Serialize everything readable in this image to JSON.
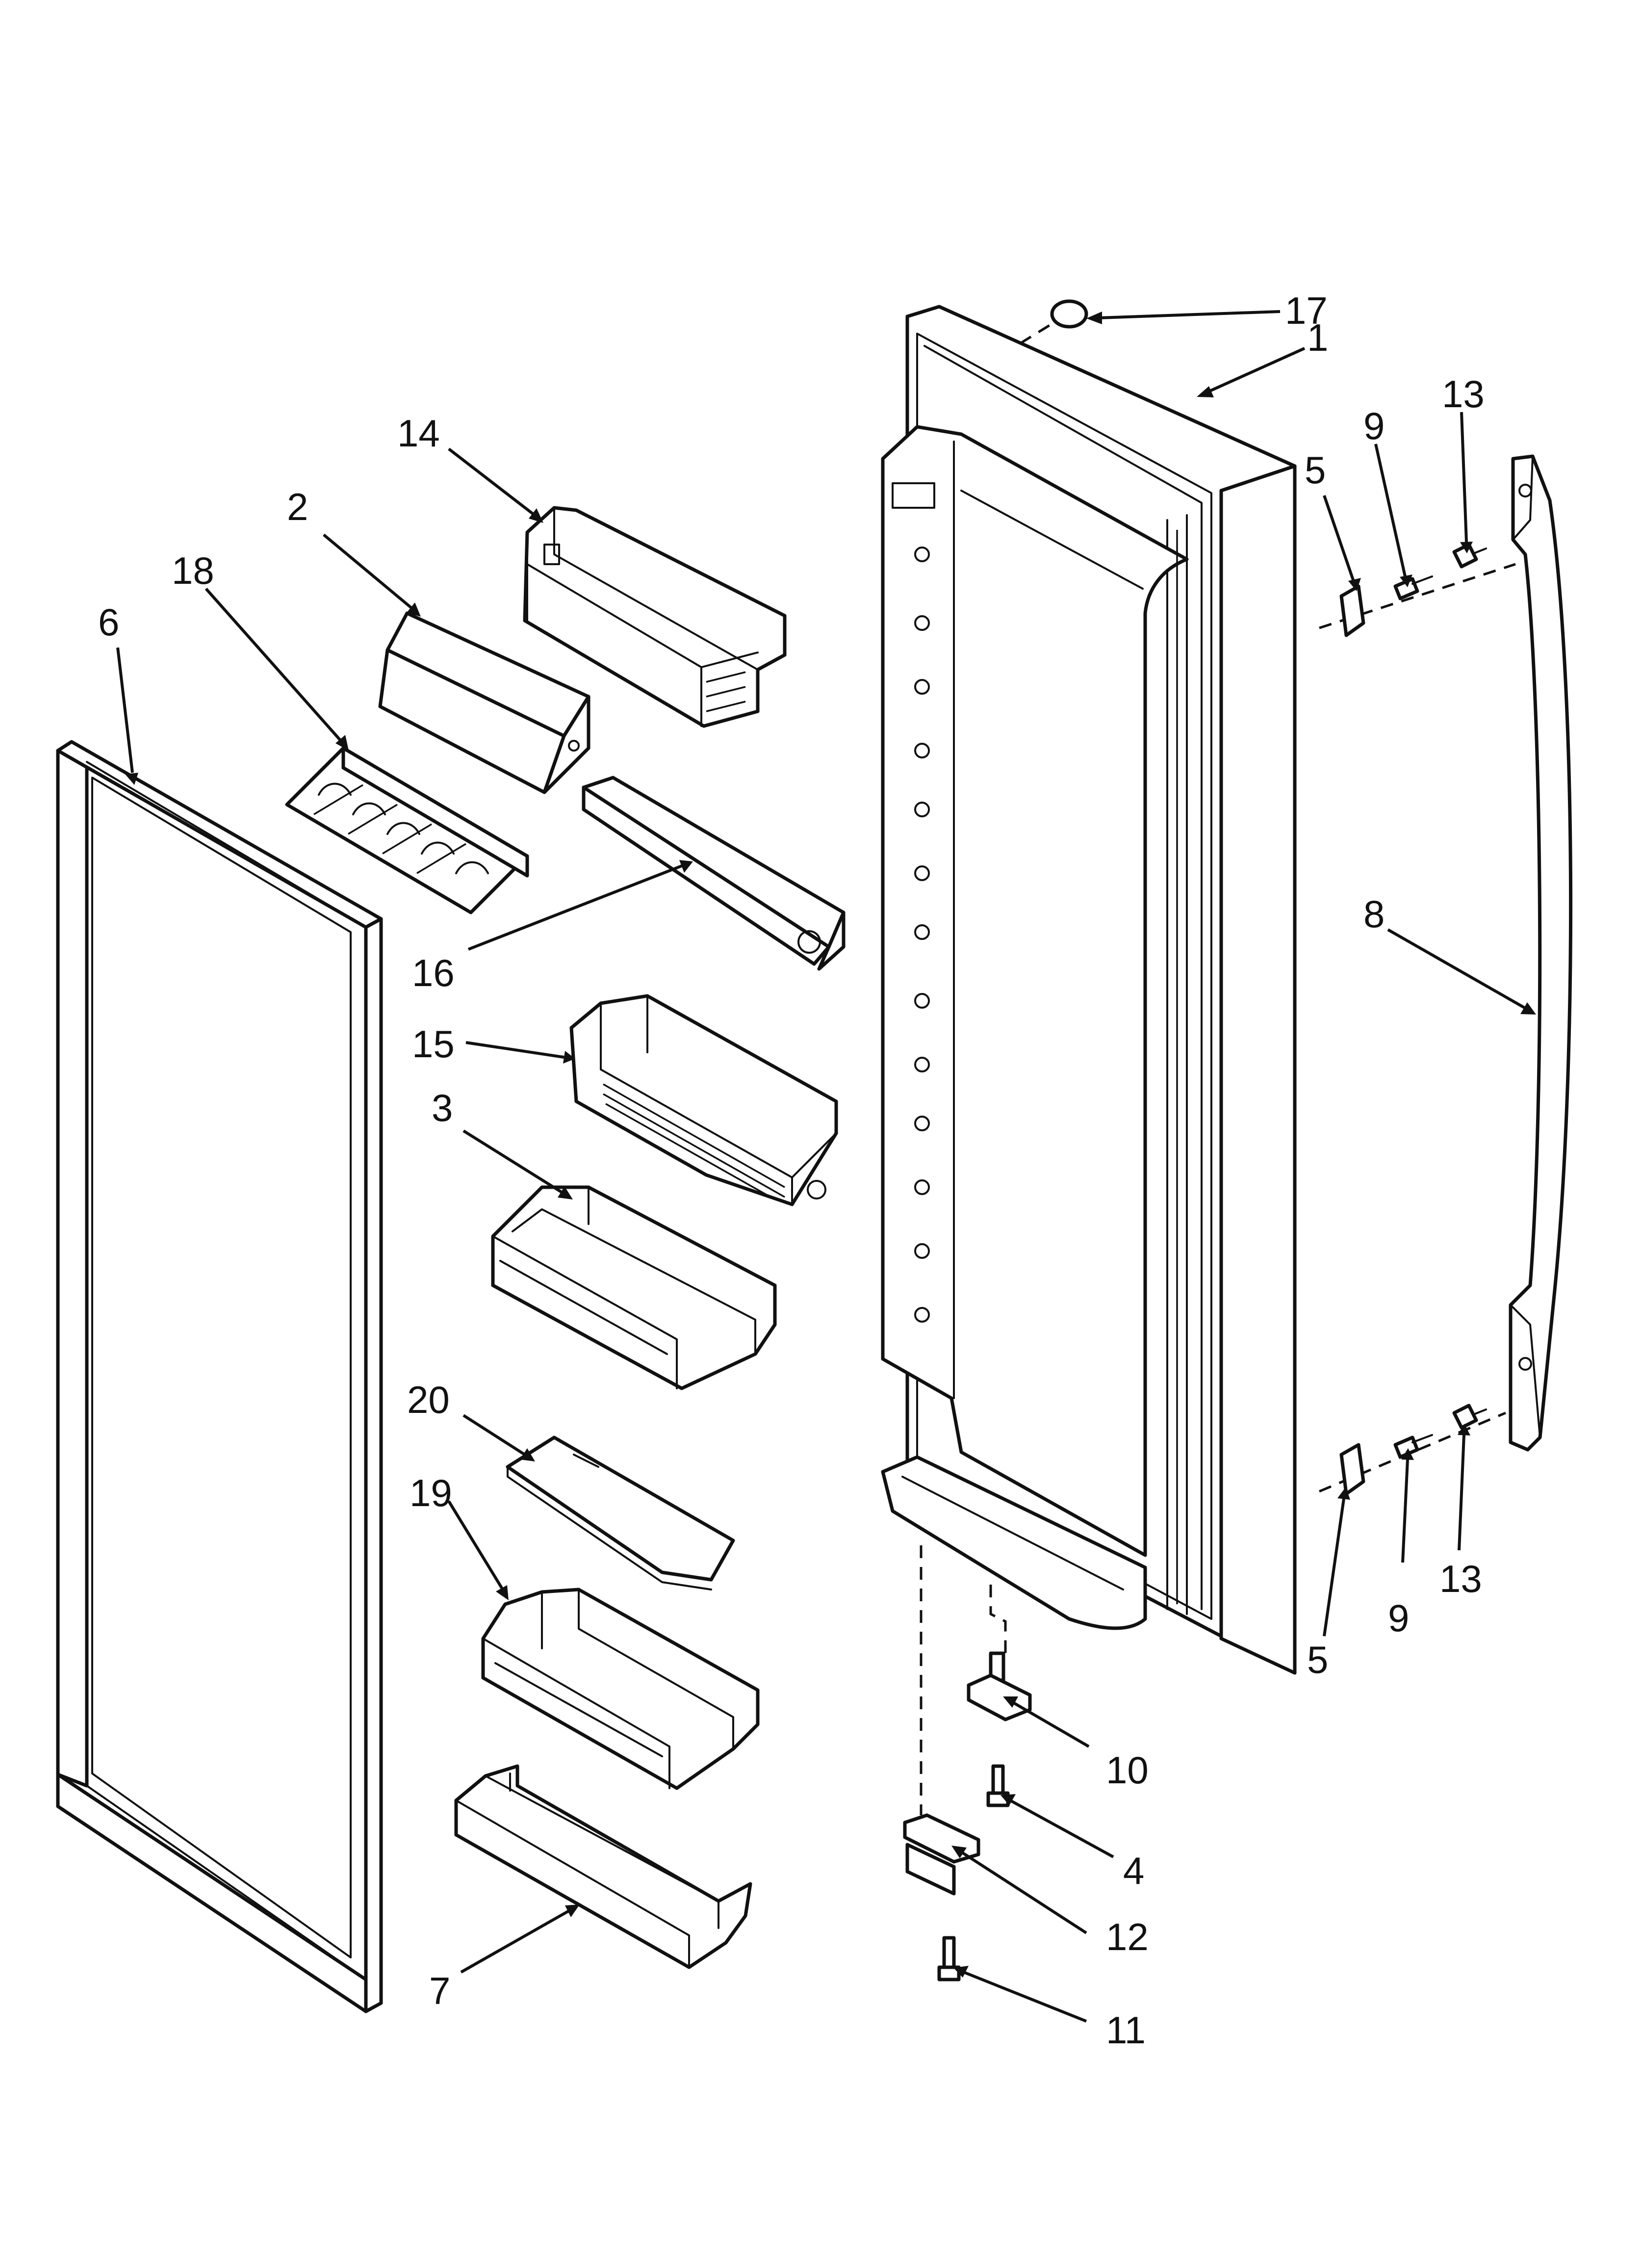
{
  "diagram": {
    "parts": [
      {
        "key": "door",
        "number": "1"
      },
      {
        "key": "bin_top_cover",
        "number": "2"
      },
      {
        "key": "door_bin_mid",
        "number": "3"
      },
      {
        "key": "hinge_screw",
        "number": "4"
      },
      {
        "key": "handle_clip_top",
        "number": "5"
      },
      {
        "key": "handle_clip_bottom",
        "number": "5"
      },
      {
        "key": "door_gasket",
        "number": "6"
      },
      {
        "key": "door_shelf_bottom",
        "number": "7"
      },
      {
        "key": "door_handle",
        "number": "8"
      },
      {
        "key": "handle_screw_top",
        "number": "9"
      },
      {
        "key": "handle_screw_bottom",
        "number": "9"
      },
      {
        "key": "hinge_pin_bracket",
        "number": "10"
      },
      {
        "key": "bracket_screw",
        "number": "11"
      },
      {
        "key": "hinge_bracket",
        "number": "12"
      },
      {
        "key": "handle_mount_screw_top",
        "number": "13"
      },
      {
        "key": "handle_mount_screw_bottom",
        "number": "13"
      },
      {
        "key": "dairy_compartment",
        "number": "14"
      },
      {
        "key": "door_bin_upper",
        "number": "15"
      },
      {
        "key": "egg_tray_cover",
        "number": "16"
      },
      {
        "key": "door_plug",
        "number": "17"
      },
      {
        "key": "egg_tray",
        "number": "18"
      },
      {
        "key": "door_bin_lower",
        "number": "19"
      },
      {
        "key": "bin_divider",
        "number": "20"
      }
    ]
  }
}
